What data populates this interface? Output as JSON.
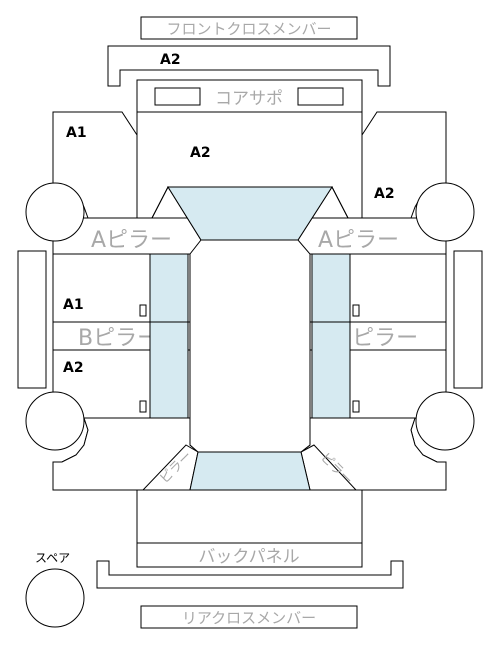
{
  "labels": {
    "front_cross_member": "フロントクロスメンバー",
    "core_support": "コアサポ",
    "a_pillar": "Aピラー",
    "b_pillar": "Bピラー",
    "back_panel": "バックパネル",
    "rear_cross_member": "リアクロスメンバー",
    "spare": "スペア",
    "curved_left": "ピラー",
    "curved_right": "ピラー"
  },
  "grades": {
    "front_member": "A2",
    "left_front": "A1",
    "hood": "A2",
    "right_front": "A2",
    "left_door_front": "A1",
    "left_door_rear": "A2"
  },
  "colors": {
    "glass": "#d6eaf1",
    "label": "#a8a8a8"
  }
}
